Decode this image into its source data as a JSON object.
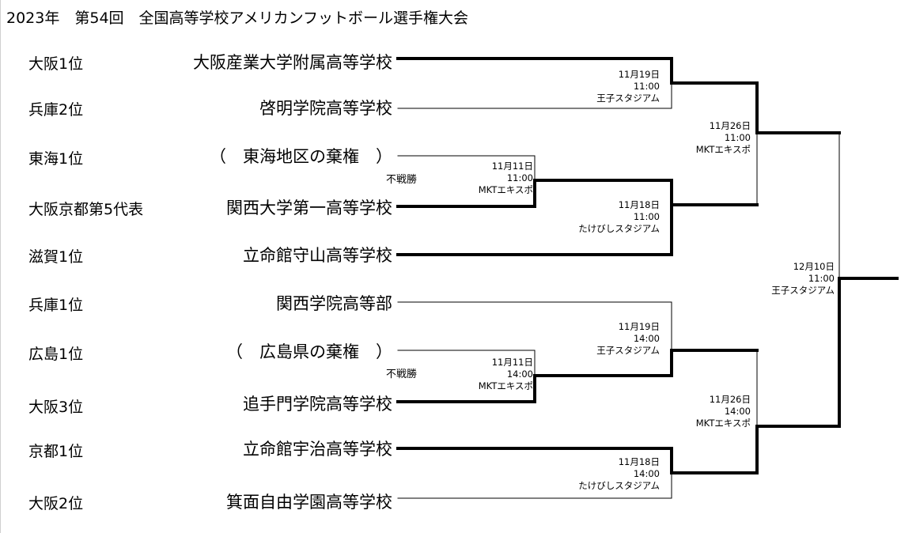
{
  "title": "2023年　第54回　全国高等学校アメリカンフットボール選手権大会",
  "teams": [
    {
      "seed": "大阪1位",
      "school": "大阪産業大学附属高等学校"
    },
    {
      "seed": "兵庫2位",
      "school": "啓明学院高等学校"
    },
    {
      "seed": "東海1位",
      "school": "（　東海地区の棄権　）"
    },
    {
      "seed": "大阪京都第5代表",
      "school": "関西大学第一高等学校"
    },
    {
      "seed": "滋賀1位",
      "school": "立命館守山高等学校"
    },
    {
      "seed": "兵庫1位",
      "school": "関西学院高等部"
    },
    {
      "seed": "広島1位",
      "school": "（　広島県の棄権　）"
    },
    {
      "seed": "大阪3位",
      "school": "追手門学院高等学校"
    },
    {
      "seed": "京都1位",
      "school": "立命館宇治高等学校"
    },
    {
      "seed": "大阪2位",
      "school": "箕面自由学園高等学校"
    }
  ],
  "byes": [
    {
      "label": "不戦勝"
    },
    {
      "label": "不戦勝"
    }
  ],
  "matches": [
    {
      "date": "11月11日",
      "time": "11:00",
      "venue": "MKTエキスポ"
    },
    {
      "date": "11月11日",
      "time": "14:00",
      "venue": "MKTエキスポ"
    },
    {
      "date": "11月19日",
      "time": "11:00",
      "venue": "王子スタジアム"
    },
    {
      "date": "11月18日",
      "time": "11:00",
      "venue": "たけびしスタジアム"
    },
    {
      "date": "11月19日",
      "time": "14:00",
      "venue": "王子スタジアム"
    },
    {
      "date": "11月18日",
      "time": "14:00",
      "venue": "たけびしスタジアム"
    },
    {
      "date": "11月26日",
      "time": "11:00",
      "venue": "MKTエキスポ"
    },
    {
      "date": "11月26日",
      "time": "14:00",
      "venue": "MKTエキスポ"
    },
    {
      "date": "12月10日",
      "time": "11:00",
      "venue": "王子スタジアム"
    }
  ]
}
